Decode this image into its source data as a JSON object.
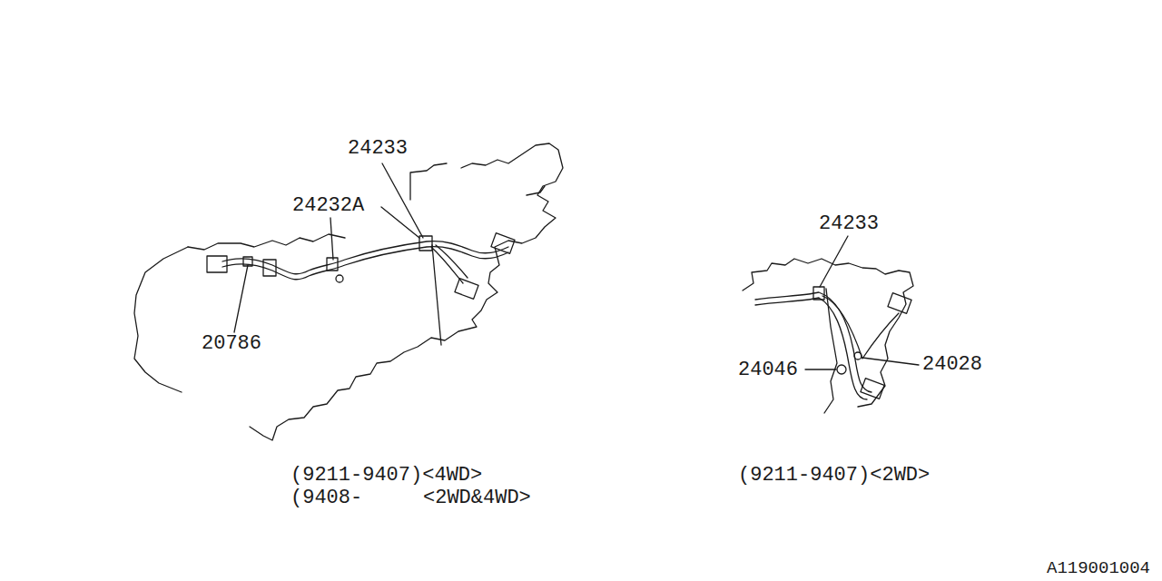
{
  "diagram": {
    "labels": [
      "24233",
      "24232A",
      "20786",
      "(9211-9407)<4WD>",
      "(9408-",
      "<2WD&4WD>",
      "24233",
      "24046",
      "24028",
      "(9211-9407)<2WD>",
      "A119001004"
    ]
  }
}
